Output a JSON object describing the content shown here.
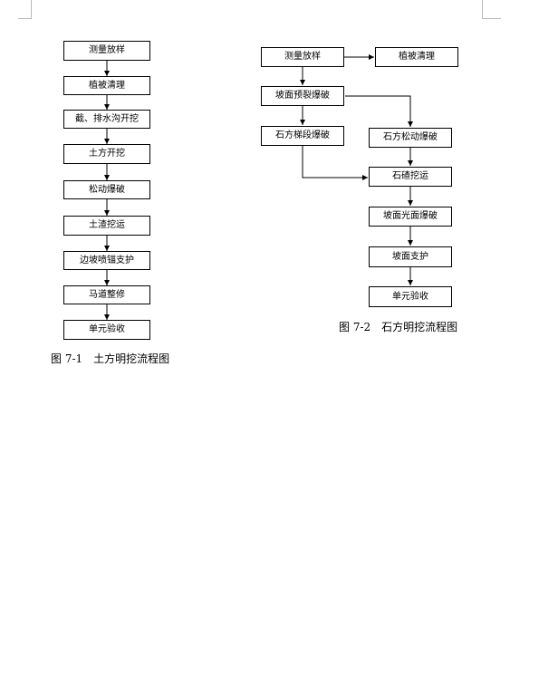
{
  "figure1": {
    "caption": "图 7-1　土方明挖流程图",
    "nodes": {
      "survey": "测量放样",
      "clearing": "植被清理",
      "drainage": "截、排水沟开挖",
      "earth_excavation": "土方开挖",
      "loosening_blast": "松动爆破",
      "muck_excavation": "土渣挖运",
      "slope_support": "边坡喷锚支护",
      "haul_road": "马道整修",
      "acceptance": "单元验收"
    }
  },
  "figure2": {
    "caption": "图 7-2　石方明挖流程图",
    "nodes": {
      "survey": "测量放样",
      "clearing": "植被清理",
      "presplit": "坡面预裂爆破",
      "bench_blast": "石方梯段爆破",
      "loose_blast": "石方松动爆破",
      "rock_haul": "石碴挖运",
      "smooth_blast": "坡面光面爆破",
      "slope_support": "坡面支护",
      "acceptance": "单元验收"
    }
  }
}
